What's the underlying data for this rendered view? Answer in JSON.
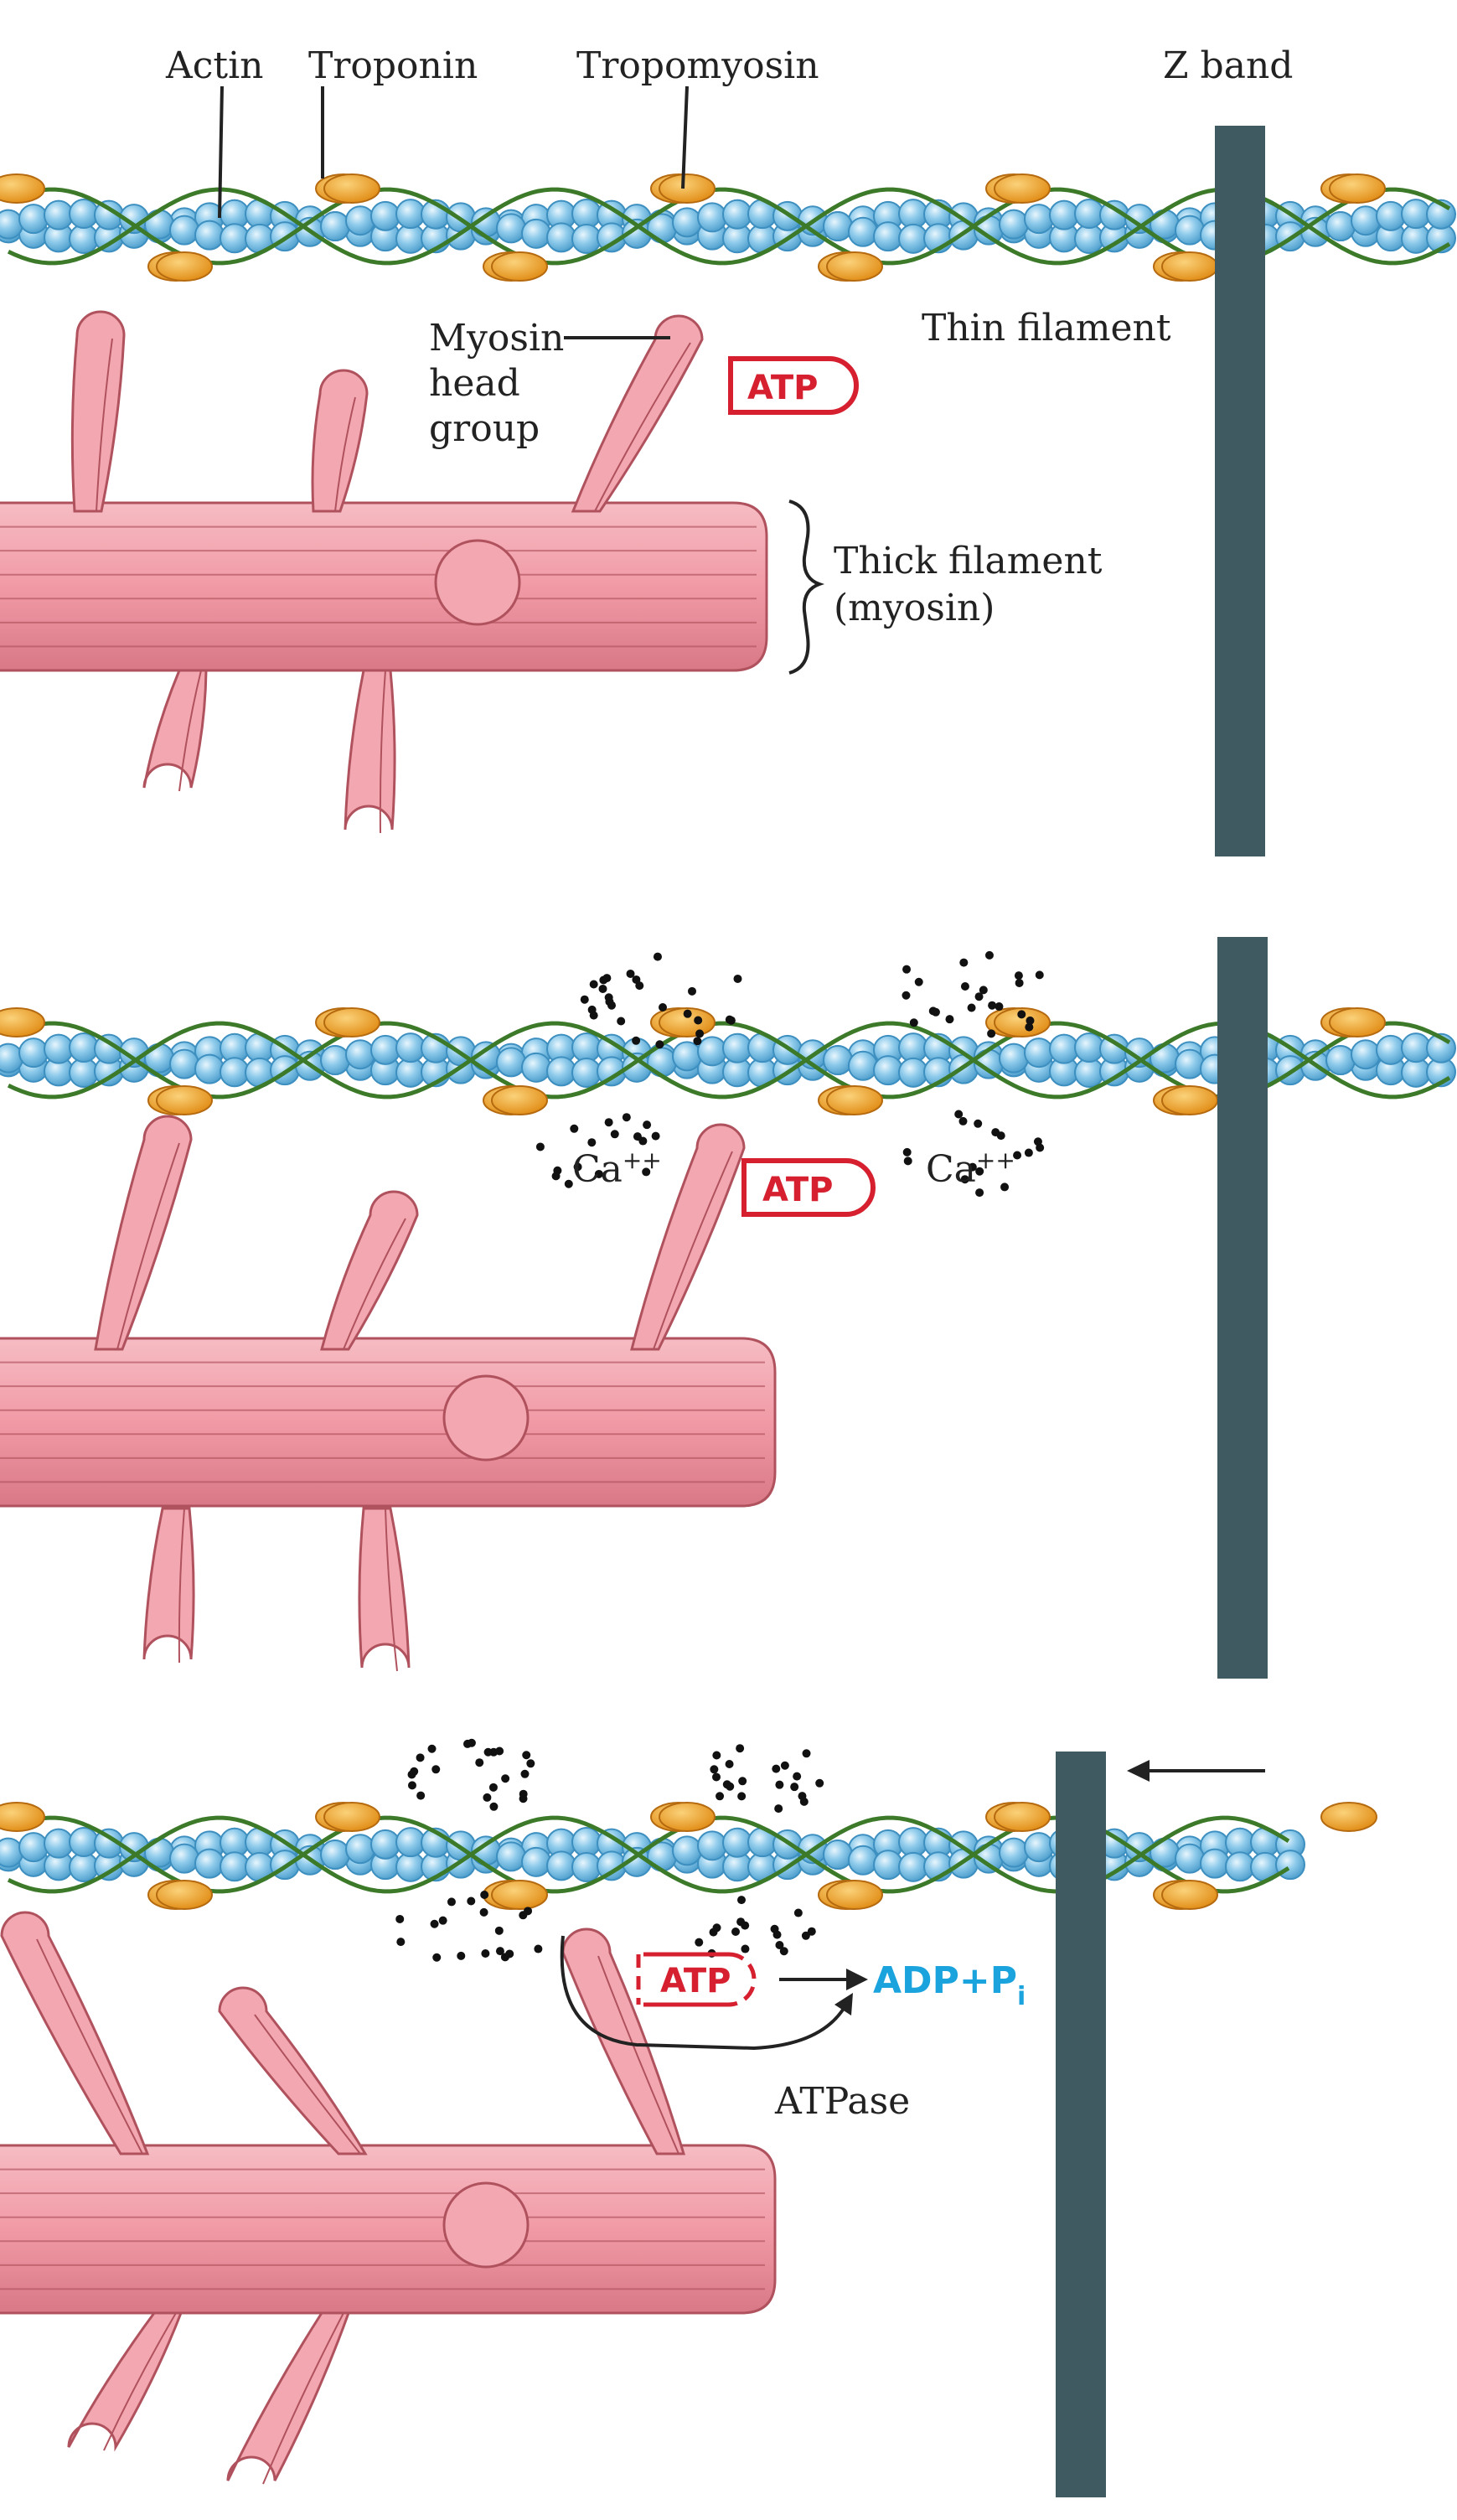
{
  "colors": {
    "actin_fill": "#8fcbeb",
    "actin_stroke": "#3d8fc0",
    "tropomyosin": "#3c7a2a",
    "troponin": "#f0a32a",
    "myosin_fill": "#f0a0aa",
    "myosin_stroke": "#b0525e",
    "z_band": "#3f5a61",
    "atp_red": "#d62030",
    "adp_blue": "#1aa3dd",
    "calcium_dot": "#111111"
  },
  "labels": {
    "actin": "Actin",
    "troponin": "Troponin",
    "tropomyosin": "Tropomyosin",
    "z_band": "Z band",
    "myosin_head_line1": "Myosin",
    "myosin_head_line2": "head",
    "myosin_head_line3": "group",
    "thin_filament": "Thin filament",
    "thick_filament_line1": "Thick filament",
    "thick_filament_line2": "(myosin)",
    "atp": "ATP",
    "calcium": "Ca",
    "calcium_charge": "++",
    "adp": "ADP+P",
    "adp_subscript": "i",
    "atpase": "ATPase"
  }
}
